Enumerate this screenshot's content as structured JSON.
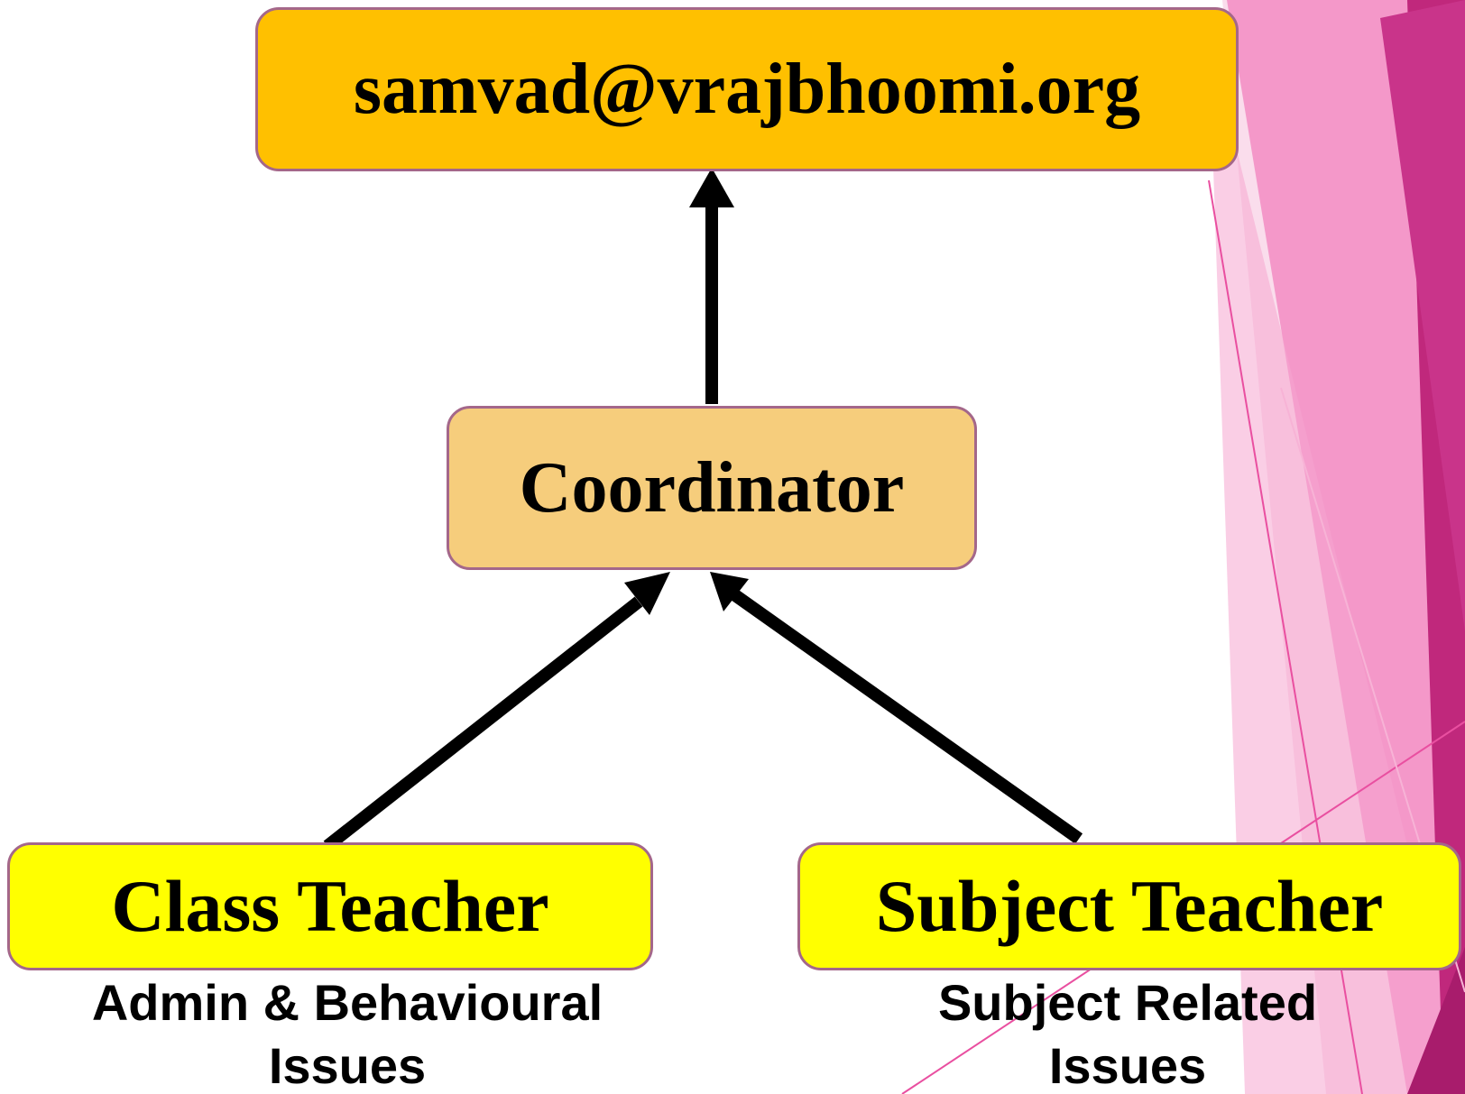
{
  "diagram": {
    "top_node": {
      "label": "samvad@vrajbhoomi.org"
    },
    "middle_node": {
      "label": "Coordinator"
    },
    "left_node": {
      "label": "Class Teacher",
      "caption_line1": "Admin & Behavioural",
      "caption_line2": "Issues"
    },
    "right_node": {
      "label": "Subject Teacher",
      "caption_line1": "Subject Related",
      "caption_line2": "Issues"
    },
    "edges": [
      {
        "from": "Coordinator",
        "to": "samvad@vrajbhoomi.org"
      },
      {
        "from": "Class Teacher",
        "to": "Coordinator"
      },
      {
        "from": "Subject Teacher",
        "to": "Coordinator"
      }
    ]
  },
  "colors": {
    "top_node_fill": "#ffc000",
    "middle_node_fill": "#f6cd7c",
    "teacher_node_fill": "#ffff00",
    "node_border": "#a4678a",
    "arrow": "#000000",
    "accent_pink": "#e94fa0",
    "accent_magenta": "#c0287c"
  }
}
